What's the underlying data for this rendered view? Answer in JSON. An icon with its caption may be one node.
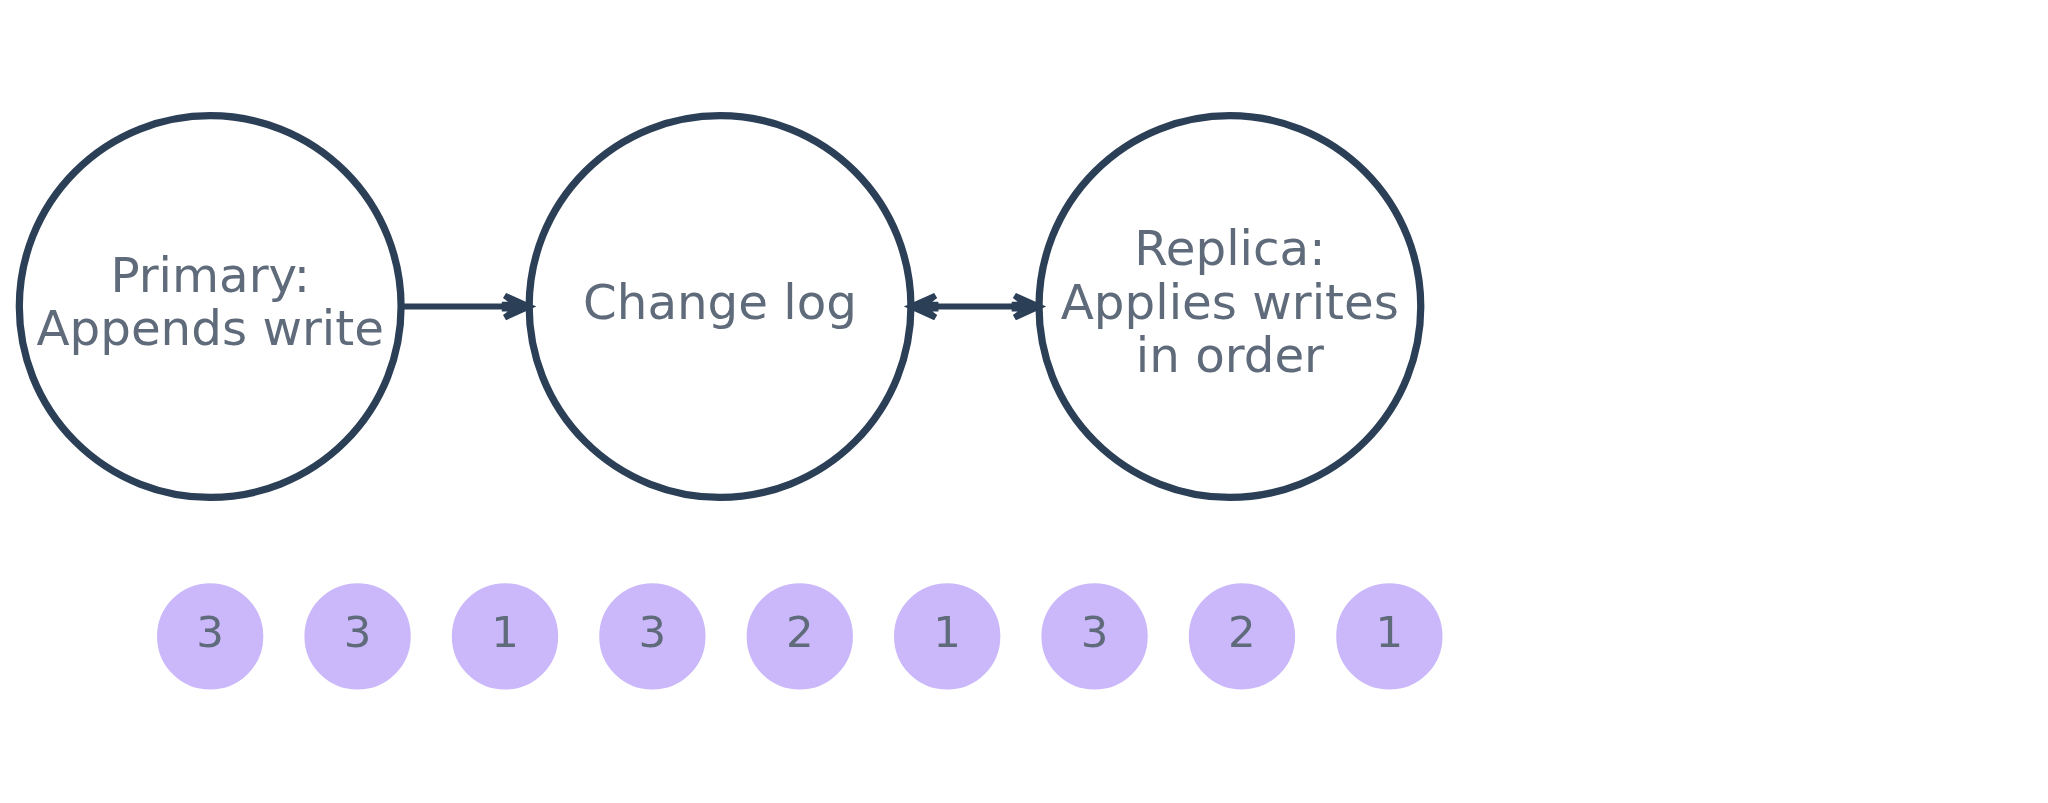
{
  "diagram": {
    "nodes": [
      {
        "text": [
          "Primary: Appends write"
        ]
      },
      {
        "text": [
          "Change log"
        ]
      },
      {
        "text": [
          "Replica: Applies writes in order"
        ]
      },
      {
        "text": [
          "3"
        ]
      },
      {
        "text": [
          "3"
        ]
      },
      {
        "text": [
          "1"
        ]
      },
      {
        "text": [
          "3"
        ]
      },
      {
        "text": [
          "2"
        ]
      },
      {
        "text": [
          "1"
        ]
      },
      {
        "text": [
          "3"
        ]
      },
      {
        "text": [
          "2"
        ]
      },
      {
        "text": [
          "1"
        ]
      }
    ],
    "edges": [
      {
        "from": 0,
        "to": 1,
        "arrow": "to"
      },
      {
        "from": 1,
        "to": 2,
        "arrow": "both"
      }
    ]
  }
}
